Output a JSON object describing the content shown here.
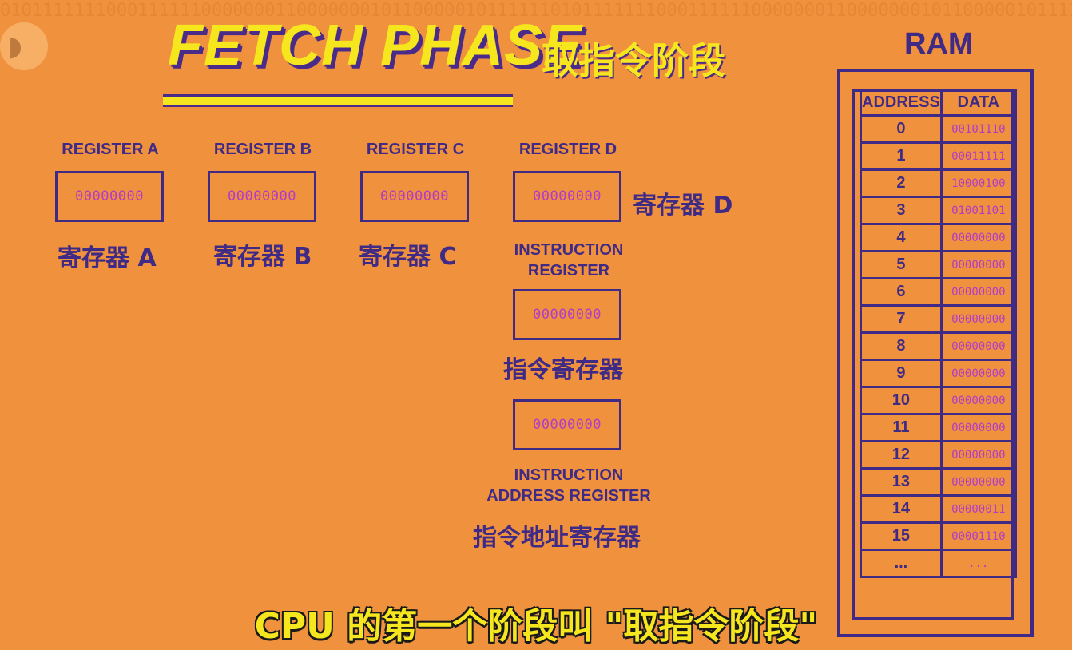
{
  "title": "FETCH PHASE",
  "title_cn": "取指令阶段",
  "registers": [
    {
      "label": "REGISTER A",
      "value": "00000000",
      "cn": "寄存器 A"
    },
    {
      "label": "REGISTER B",
      "value": "00000000",
      "cn": "寄存器 B"
    },
    {
      "label": "REGISTER C",
      "value": "00000000",
      "cn": "寄存器 C"
    },
    {
      "label": "REGISTER D",
      "value": "00000000",
      "cn": "寄存器 D"
    }
  ],
  "instruction_register": {
    "label_line1": "INSTRUCTION",
    "label_line2": "REGISTER",
    "value": "00000000",
    "cn": "指令寄存器"
  },
  "instruction_address_register": {
    "label_line1": "INSTRUCTION",
    "label_line2": "ADDRESS REGISTER",
    "value": "00000000",
    "cn": "指令地址寄存器"
  },
  "ram": {
    "title": "RAM",
    "headers": [
      "ADDRESS",
      "DATA"
    ],
    "rows": [
      {
        "address": "0",
        "data": "00101110"
      },
      {
        "address": "1",
        "data": "00011111"
      },
      {
        "address": "2",
        "data": "10000100"
      },
      {
        "address": "3",
        "data": "01001101"
      },
      {
        "address": "4",
        "data": "00000000"
      },
      {
        "address": "5",
        "data": "00000000"
      },
      {
        "address": "6",
        "data": "00000000"
      },
      {
        "address": "7",
        "data": "00000000"
      },
      {
        "address": "8",
        "data": "00000000"
      },
      {
        "address": "9",
        "data": "00000000"
      },
      {
        "address": "10",
        "data": "00000000"
      },
      {
        "address": "11",
        "data": "00000000"
      },
      {
        "address": "12",
        "data": "00000000"
      },
      {
        "address": "13",
        "data": "00000000"
      },
      {
        "address": "14",
        "data": "00000011"
      },
      {
        "address": "15",
        "data": "00001110"
      },
      {
        "address": "...",
        "data": "..."
      }
    ]
  },
  "subtitle": "CPU 的第一个阶段叫 \"取指令阶段\"",
  "colors": {
    "background": "#f0913d",
    "accent_yellow": "#f5e61e",
    "ink_purple": "#3f2a86",
    "value_magenta": "#b13cc7"
  }
}
